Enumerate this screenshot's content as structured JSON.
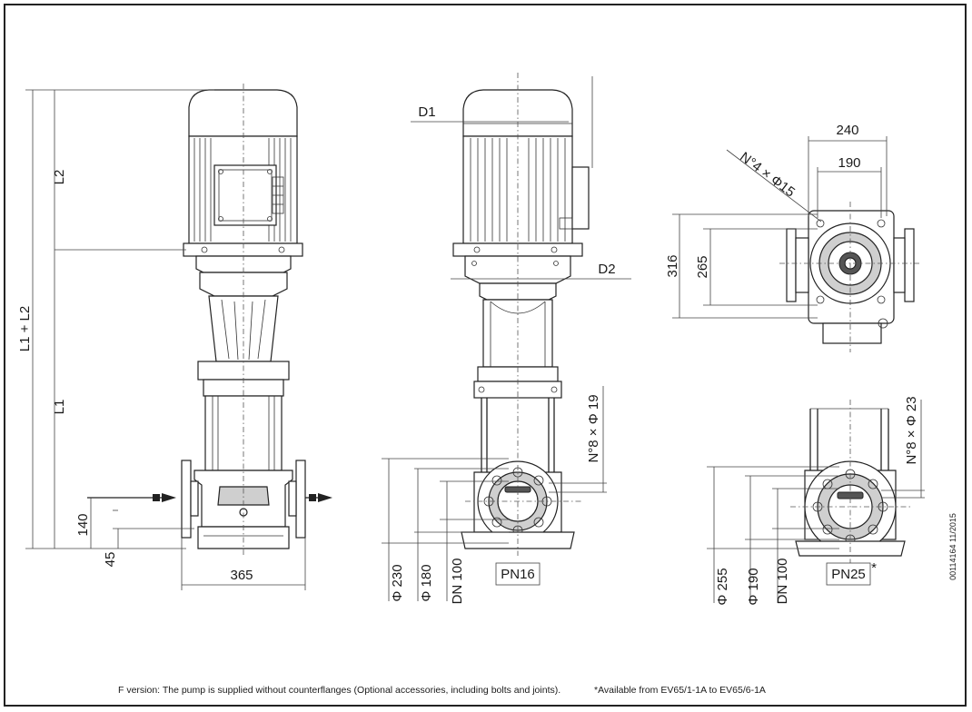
{
  "dimensions": {
    "l2": "L2",
    "l1": "L1",
    "l1_plus_l2": "L1 + L2",
    "d140": "140",
    "d45": "45",
    "d365": "365",
    "d1": "D1",
    "d2": "D2",
    "d240": "240",
    "d190_top": "190",
    "bolt_holes_top": "N°4 × Φ15",
    "d316": "316",
    "d265": "265",
    "holes_pn16": "N°8 × Φ 19",
    "holes_pn25": "N°8 × Φ 23",
    "pn16": {
      "flange_outer": "Φ 230",
      "bolt_circle": "Φ 180",
      "nominal": "DN 100",
      "rating": "PN16"
    },
    "pn25": {
      "flange_outer": "Φ 255",
      "bolt_circle": "Φ 190",
      "nominal": "DN 100",
      "rating": "PN25",
      "asterisk": "*"
    }
  },
  "notes": {
    "f_version": "F version: The pump is supplied without counterflanges (Optional accessories, including bolts and joints).",
    "availability": "*Available from EV65/1-1A to EV65/6-1A"
  },
  "drawing_code": "00114164  11/2015"
}
